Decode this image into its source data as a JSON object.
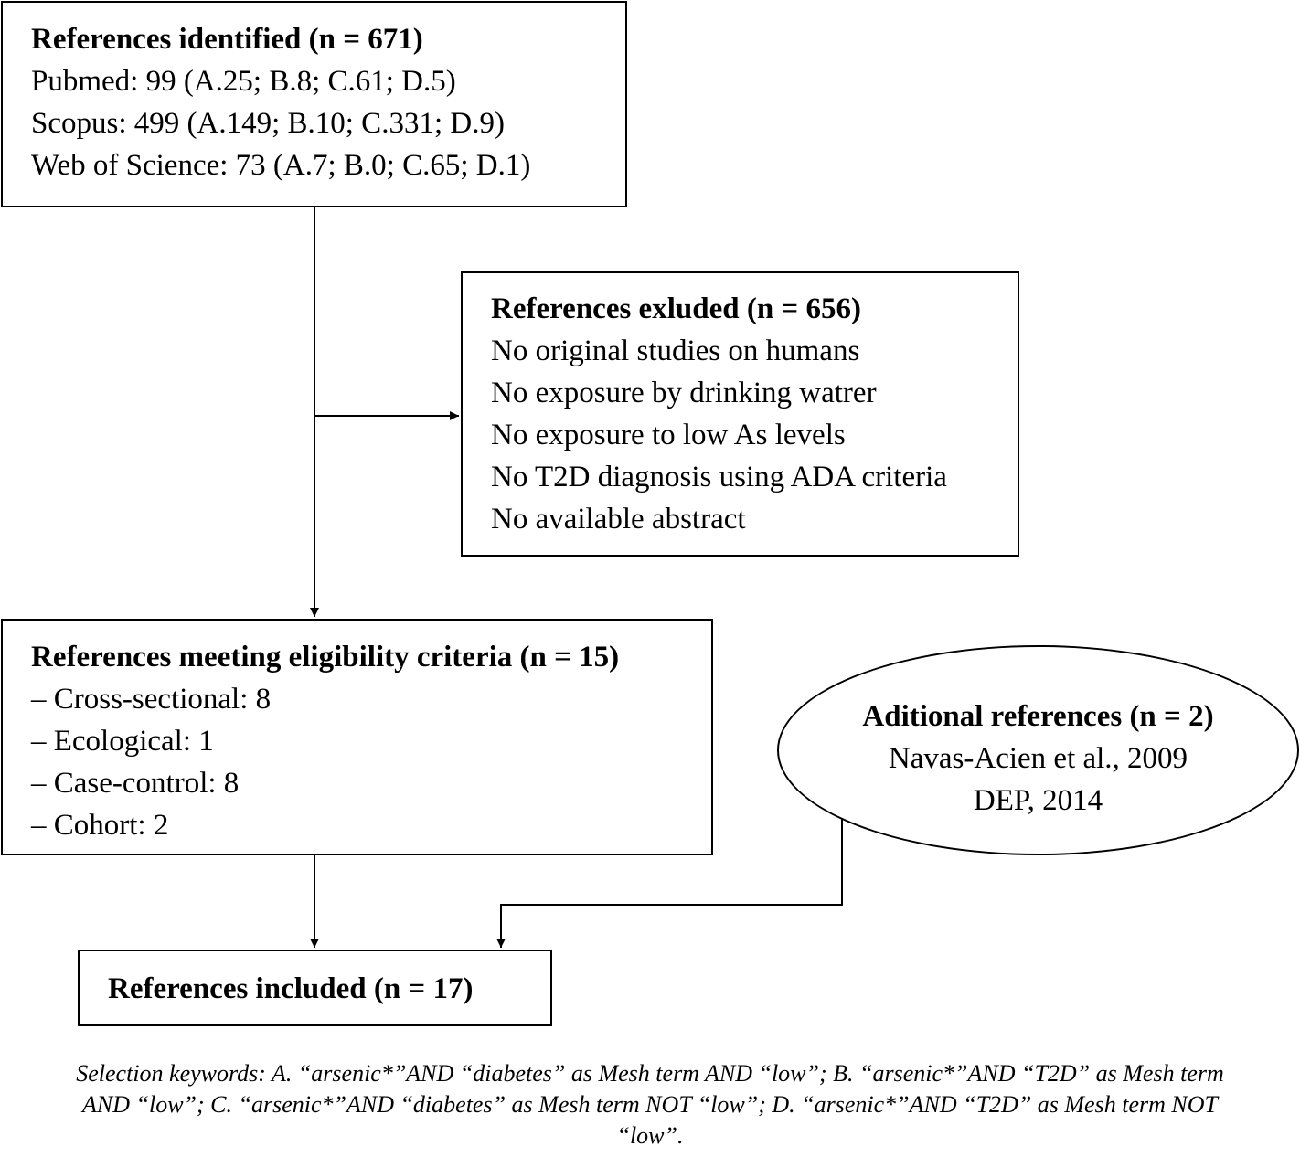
{
  "identified": {
    "title": "References identified (n = 671)",
    "lines": [
      "Pubmed: 99 (A.25; B.8; C.61; D.5)",
      "Scopus: 499 (A.149; B.10; C.331; D.9)",
      "Web of Science: 73 (A.7; B.0; C.65; D.1)"
    ]
  },
  "excluded": {
    "title": "References exluded (n = 656)",
    "lines": [
      "No original studies on humans",
      "No exposure by drinking watrer",
      "No exposure to low As levels",
      "No T2D diagnosis using ADA criteria",
      "No available abstract"
    ]
  },
  "eligible": {
    "title": "References meeting eligibility criteria (n = 15)",
    "lines": [
      "– Cross-sectional: 8",
      "– Ecological: 1",
      "– Case-control: 8",
      "– Cohort: 2"
    ]
  },
  "additional": {
    "title": "Aditional references (n = 2)",
    "lines": [
      "Navas-Acien et al., 2009",
      "DEP, 2014"
    ]
  },
  "included": {
    "title": "References included (n = 17)"
  },
  "footnote": "Selection keywords: A. “arsenic*”AND “diabetes” as Mesh term AND “low”; B. “arsenic*”AND “T2D” as Mesh term AND “low”; C. “arsenic*”AND “diabetes” as Mesh term NOT “low”; D. “arsenic*”AND “T2D” as Mesh term NOT “low”."
}
